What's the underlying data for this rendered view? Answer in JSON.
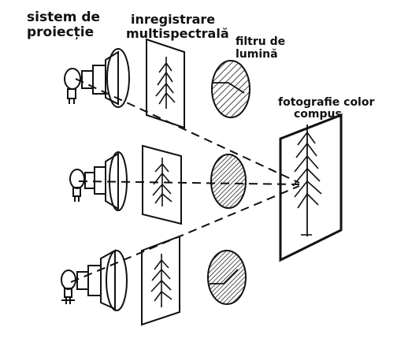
{
  "labels": {
    "projection_system": [
      "sistem de",
      "proiecție"
    ],
    "multispectral_recording": [
      "inregistrare",
      "multispectrală"
    ],
    "light_filter": [
      "filtru de",
      "lumină"
    ],
    "composite_color_photo": [
      "fotografie color",
      "compus"
    ]
  },
  "channels": [
    "top",
    "middle",
    "bottom"
  ],
  "colors": {
    "ink": "#111111",
    "background": "#ffffff"
  }
}
